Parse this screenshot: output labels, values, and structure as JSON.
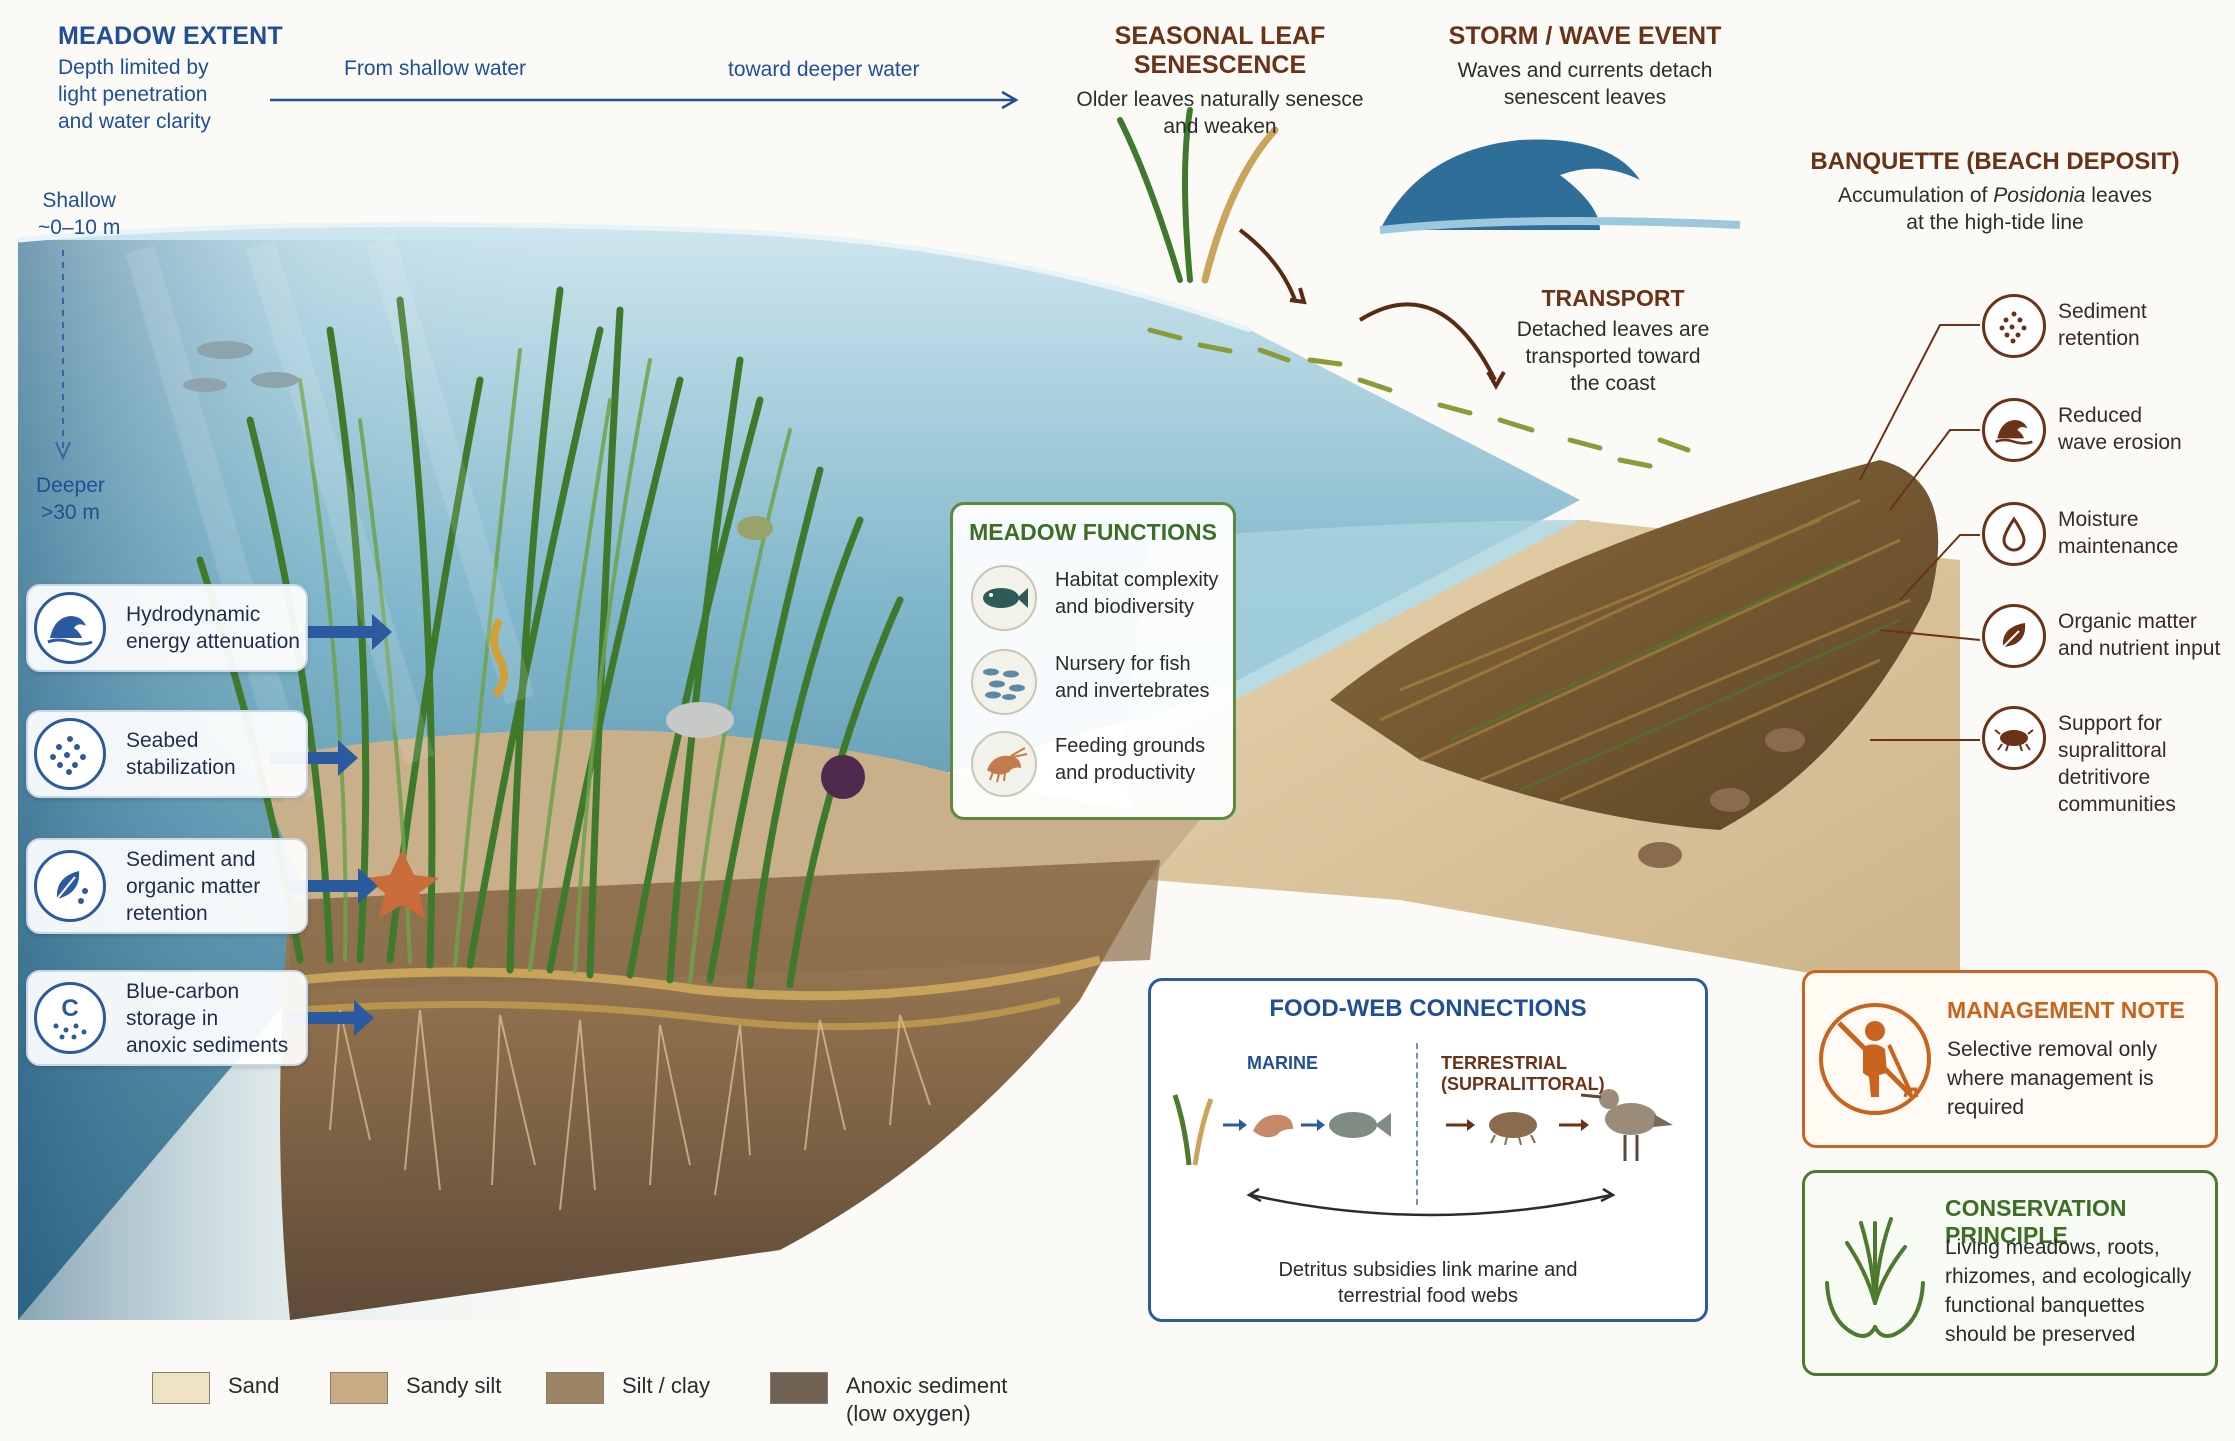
{
  "extent": {
    "title": "MEADOW EXTENT",
    "desc_lines": [
      "Depth limited by",
      "light penetration",
      "and water clarity"
    ],
    "from_label": "From shallow water",
    "toward_label": "toward deeper water",
    "shallow_lines": [
      "Shallow",
      "~0–10 m"
    ],
    "deeper_lines": [
      "Deeper",
      ">30 m"
    ]
  },
  "senescence": {
    "title": "SEASONAL LEAF SENESCENCE",
    "lines": [
      "Older leaves naturally senesce",
      "and weaken"
    ]
  },
  "storm": {
    "title": "STORM / WAVE EVENT",
    "lines": [
      "Waves and currents detach",
      "senescent leaves"
    ]
  },
  "transport": {
    "title": "TRANSPORT",
    "lines": [
      "Detached leaves are",
      "transported toward",
      "the coast"
    ]
  },
  "banquette": {
    "title": "BANQUETTE (BEACH DEPOSIT)",
    "line1_pre": "Accumulation of ",
    "line1_italic": "Posidonia",
    "line1_post": " leaves",
    "line2": "at the high-tide line"
  },
  "left_functions": [
    {
      "icon": "wave-icon",
      "lines": [
        "Hydrodynamic",
        "energy attenuation"
      ]
    },
    {
      "icon": "sediment-dots-icon",
      "lines": [
        "Seabed",
        "stabilization"
      ]
    },
    {
      "icon": "leaf-dots-icon",
      "lines": [
        "Sediment and",
        "organic matter",
        "retention"
      ]
    },
    {
      "icon": "carbon-icon",
      "icon_text": "C",
      "lines": [
        "Blue-carbon",
        "storage in",
        "anoxic sediments"
      ]
    }
  ],
  "meadow_functions": {
    "title": "MEADOW FUNCTIONS",
    "items": [
      {
        "icon": "fish-icon",
        "lines": [
          "Habitat complexity",
          "and biodiversity"
        ]
      },
      {
        "icon": "fish-school-icon",
        "lines": [
          "Nursery for fish",
          "and invertebrates"
        ]
      },
      {
        "icon": "shrimp-icon",
        "lines": [
          "Feeding grounds",
          "and productivity"
        ]
      }
    ]
  },
  "banquette_functions": [
    {
      "icon": "sediment-dots-icon",
      "lines": [
        "Sediment",
        "retention"
      ]
    },
    {
      "icon": "wave-icon",
      "lines": [
        "Reduced",
        "wave erosion"
      ]
    },
    {
      "icon": "droplet-icon",
      "lines": [
        "Moisture",
        "maintenance"
      ]
    },
    {
      "icon": "leaf-icon",
      "lines": [
        "Organic matter",
        "and nutrient input"
      ]
    },
    {
      "icon": "isopod-icon",
      "lines": [
        "Support for",
        "supralittoral",
        "detritivore",
        "communities"
      ]
    }
  ],
  "food_web": {
    "title": "FOOD-WEB CONNECTIONS",
    "marine_label": "MARINE",
    "terrestrial_label": "TERRESTRIAL (SUPRALITTORAL)",
    "caption_lines": [
      "Detritus subsidies link marine and",
      "terrestrial food webs"
    ]
  },
  "management": {
    "title": "MANAGEMENT NOTE",
    "lines": [
      "Selective removal only",
      "where management is",
      "required"
    ]
  },
  "conservation": {
    "title": "CONSERVATION PRINCIPLE",
    "lines": [
      "Living meadows, roots,",
      "rhizomes, and ecologically",
      "functional banquettes",
      "should be preserved"
    ]
  },
  "legend": [
    {
      "label": "Sand",
      "color": "#efe3c6"
    },
    {
      "label": "Sandy silt",
      "color": "#c9ab84"
    },
    {
      "label": "Silt / clay",
      "color": "#9c8466"
    },
    {
      "label": "Anoxic sediment",
      "label2": "(low oxygen)",
      "color": "#6f6254"
    }
  ],
  "colors": {
    "blue_accent": "#1f4f96",
    "brown_accent": "#6a3216",
    "management_orange": "#c8641e",
    "conservation_green": "#4e7a30"
  }
}
